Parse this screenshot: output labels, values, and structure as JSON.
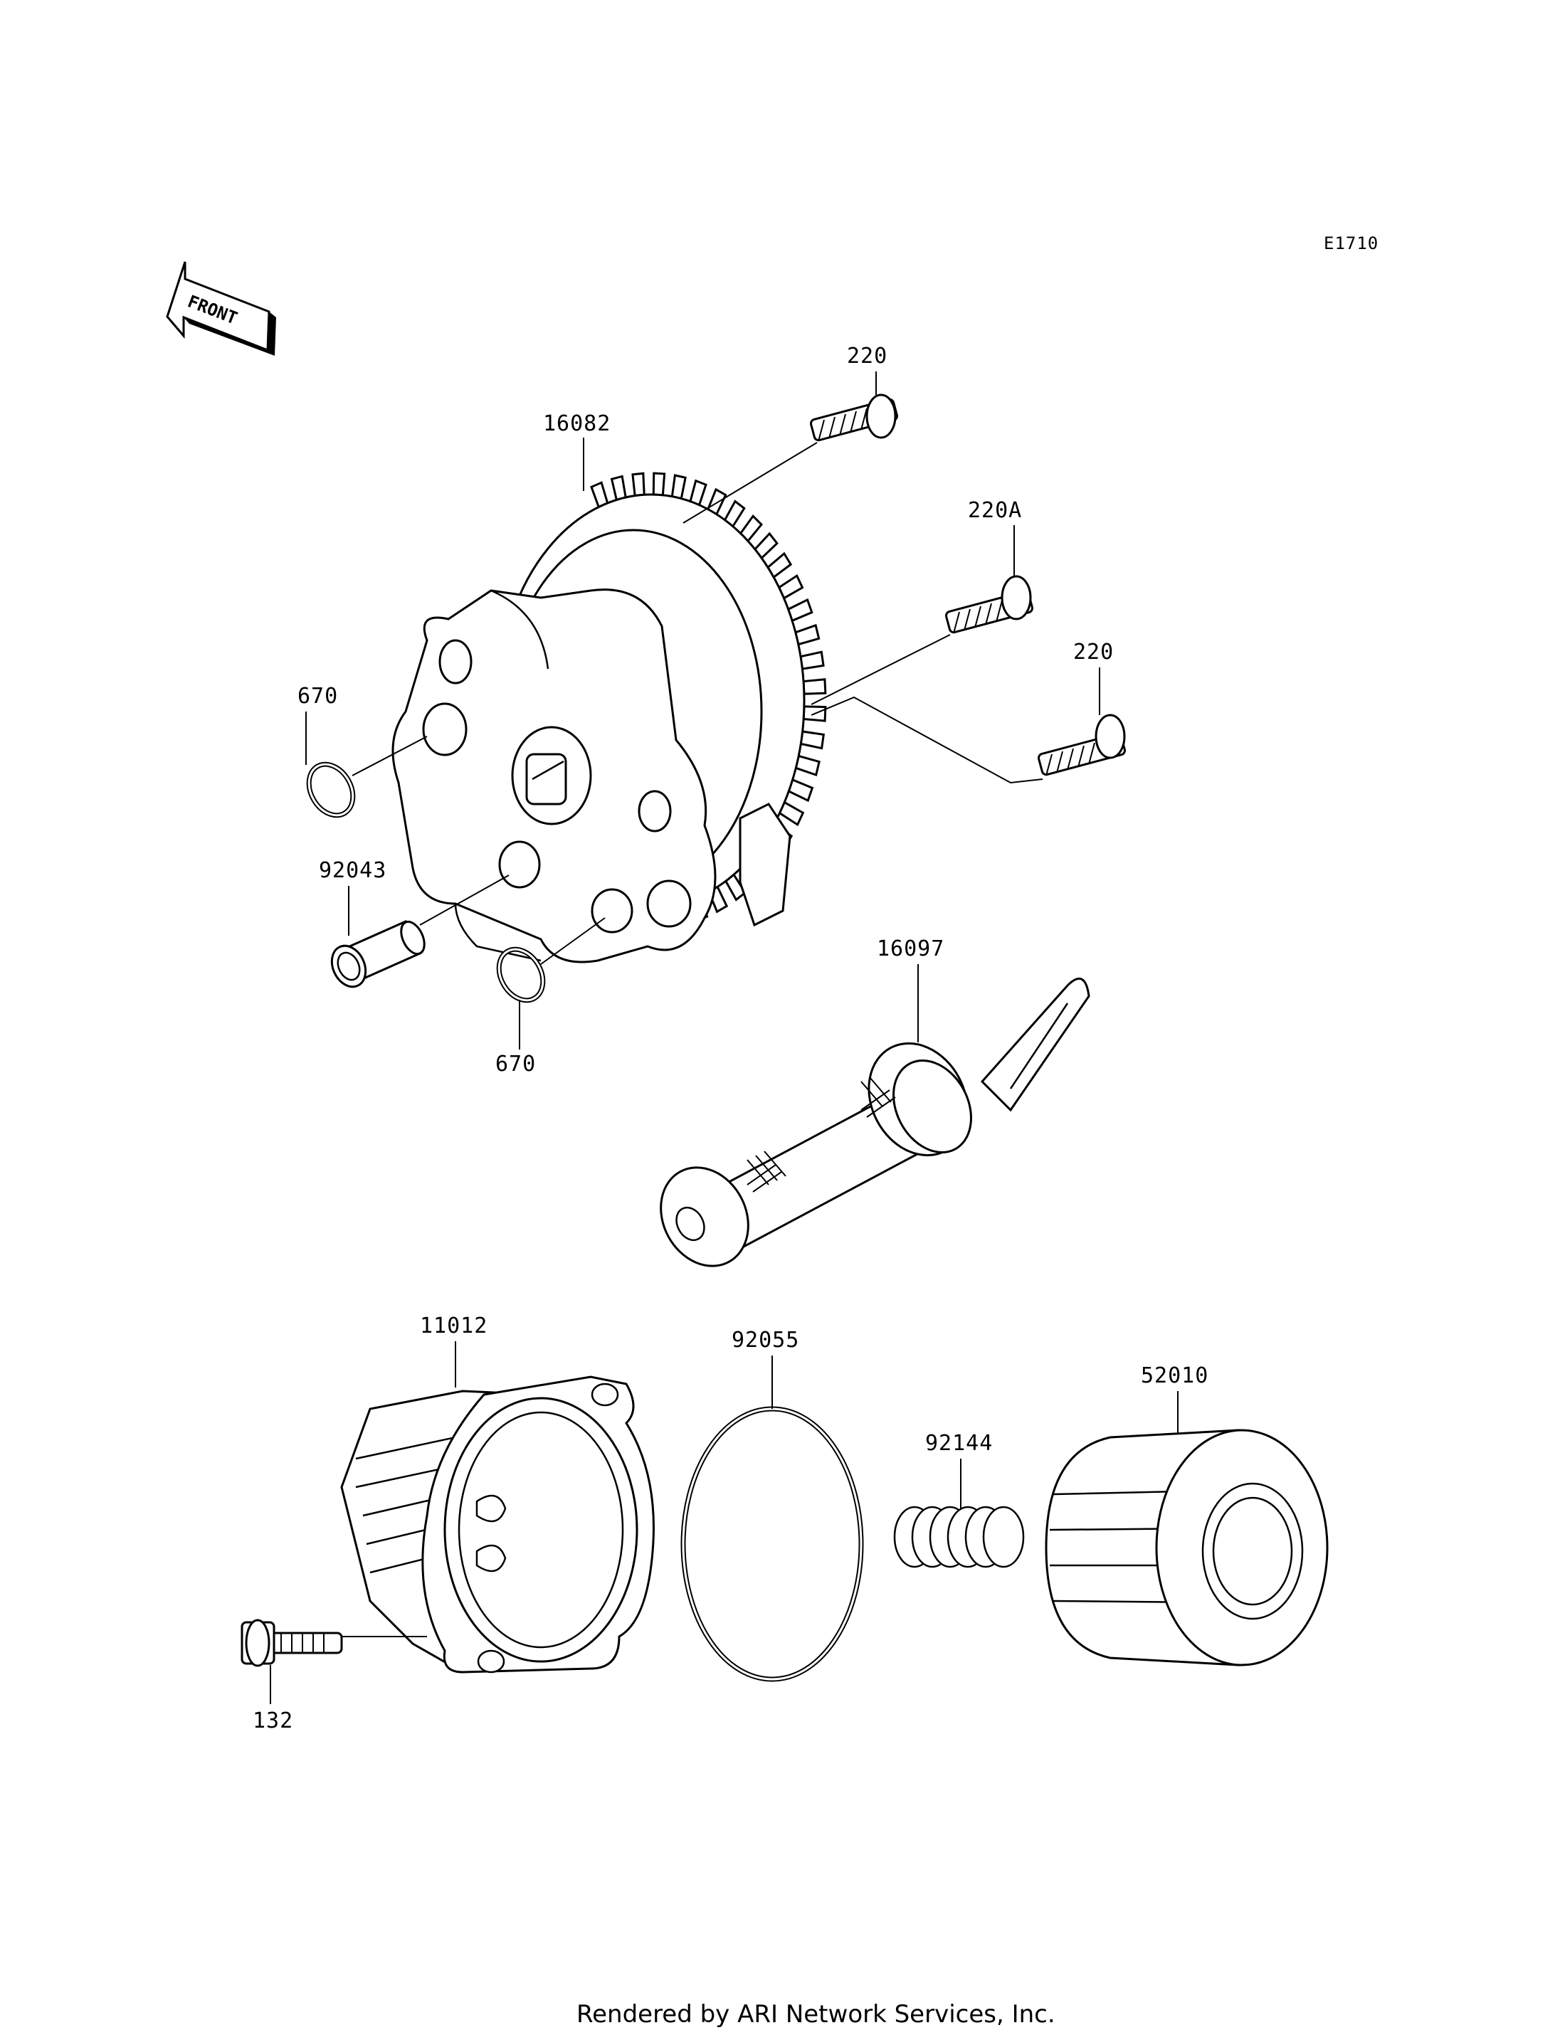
{
  "diagram": {
    "code": "E1710",
    "front_label": "FRONT",
    "footer": "Rendered by ARI Network Services, Inc."
  },
  "labels": {
    "bolt_top": "220",
    "pump_gear": "16082",
    "bolt_mid": "220A",
    "bolt_right": "220",
    "oring_upper": "670",
    "dowel": "92043",
    "oring_lower": "670",
    "strainer": "16097",
    "filter_cover": "11012",
    "cover_oring": "92055",
    "spring": "92144",
    "filter_element": "52010",
    "cover_bolt": "132"
  },
  "icons": {
    "front_arrow": "front-arrow-icon"
  },
  "colors": {
    "line": "#000000",
    "background": "#ffffff"
  }
}
